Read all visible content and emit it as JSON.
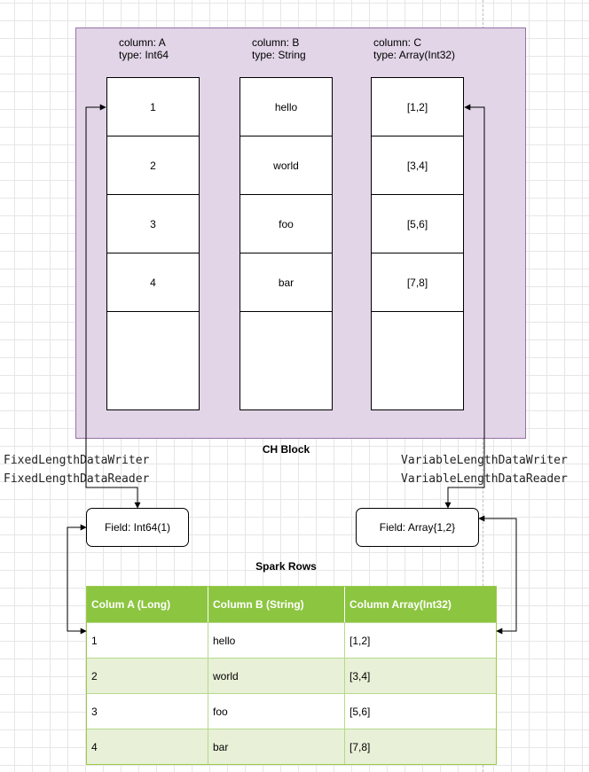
{
  "block": {
    "label": "CH Block",
    "columns": [
      {
        "name": "column: A",
        "type": "type: Int64",
        "cells": [
          "1",
          "2",
          "3",
          "4"
        ]
      },
      {
        "name": "column: B",
        "type": "type: String",
        "cells": [
          "hello",
          "world",
          "foo",
          "bar"
        ]
      },
      {
        "name": "column: C",
        "type": "type: Array(Int32)",
        "cells": [
          "[1,2]",
          "[3,4]",
          "[5,6]",
          "[7,8]"
        ]
      }
    ]
  },
  "left_labels": [
    "FixedLengthDataWriter",
    "FixedLengthDataReader"
  ],
  "right_labels": [
    "VariableLengthDataWriter",
    "VariableLengthDataReader"
  ],
  "fields": {
    "left": "Field: Int64(1)",
    "right": "Field: Array{1,2}"
  },
  "spark": {
    "label": "Spark Rows",
    "headers": [
      "Colum A (Long)",
      "Column B (String)",
      "Column Array(Int32)"
    ],
    "rows": [
      [
        "1",
        "hello",
        "[1,2]"
      ],
      [
        "2",
        "world",
        "[3,4]"
      ],
      [
        "3",
        "foo",
        "[5,6]"
      ],
      [
        "4",
        "bar",
        "[7,8]"
      ]
    ]
  },
  "colors": {
    "block_fill": "#e1d5e7",
    "block_stroke": "#9673a6",
    "table_header": "#8cc540",
    "table_alt_row": "#e8f1d7"
  }
}
